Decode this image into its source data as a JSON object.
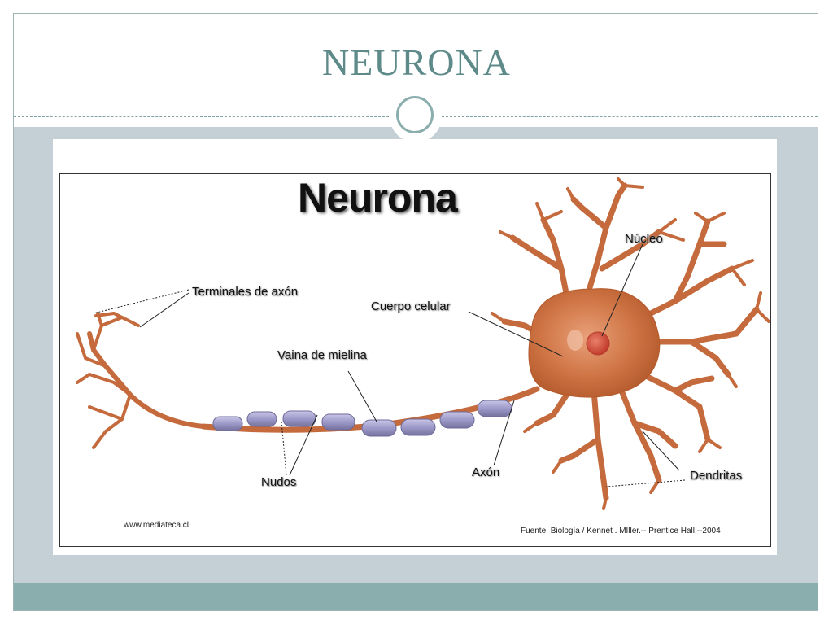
{
  "slide": {
    "title": "NEURONA"
  },
  "diagram": {
    "heading": "Neurona",
    "labels": {
      "terminals": "Terminales de axón",
      "cell_body": "Cuerpo celular",
      "myelin": "Vaina de mielina",
      "nucleus": "Núcleo",
      "nodes": "Nudos",
      "axon": "Axón",
      "dendrites": "Dendritas"
    },
    "website": "www.mediateca.cl",
    "source": "Fuente: Biología / Kennet . MIller.-- Prentice Hall.--2004"
  },
  "colors": {
    "title": "#5e8a8a",
    "body_band": "#c4d0d6",
    "footer_band": "#8aadad",
    "neuron": "#c8683a",
    "myelin": "#9a96c6",
    "nucleus": "#d2503e"
  }
}
